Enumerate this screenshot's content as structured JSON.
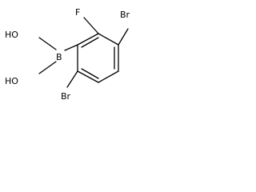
{
  "structure": {
    "atoms": [
      {
        "id": "F",
        "label": "F"
      },
      {
        "id": "Br_top",
        "label": "Br"
      },
      {
        "id": "B",
        "label": "B"
      },
      {
        "id": "OH_top",
        "label": "HO"
      },
      {
        "id": "OH_bottom",
        "label": "HO"
      },
      {
        "id": "Br_bottom",
        "label": "Br"
      }
    ]
  }
}
